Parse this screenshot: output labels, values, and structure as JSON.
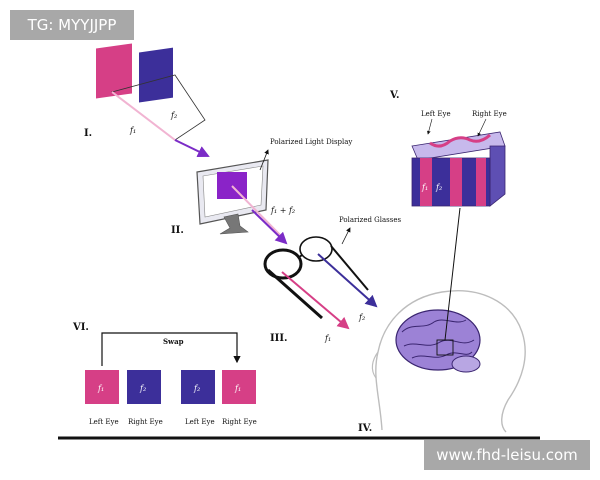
{
  "watermarks": {
    "top": "TG: MYYJJPP",
    "bottom": "www.fhd-leisu.com"
  },
  "stages": {
    "i": "I.",
    "ii": "II.",
    "iii": "III.",
    "iv": "IV.",
    "v": "V.",
    "vi": "VI."
  },
  "labels": {
    "f1": "f₁",
    "f2": "f₂",
    "f1_plus_f2": "f₁ + f₂",
    "polarized_light_display": "Polarized Light Display",
    "polarized_glasses": "Polarized Glasses",
    "left_eye": "Left Eye",
    "right_eye": "Right Eye",
    "swap": "Swap"
  },
  "colors": {
    "pink": "#d63f86",
    "indigo": "#3c2f9a",
    "purple": "#8a23c8",
    "arrow_purple": "#7b2cc7"
  }
}
